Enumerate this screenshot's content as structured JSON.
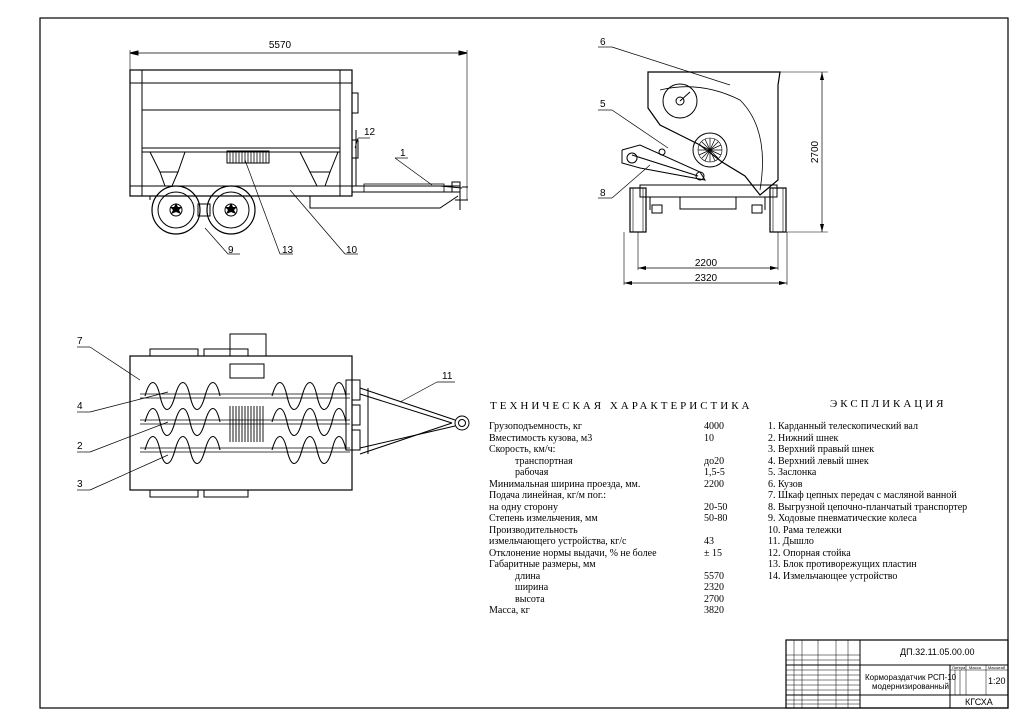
{
  "dimensions": {
    "length": "5570",
    "height": "2700",
    "track": "2200",
    "width": "2320"
  },
  "callouts": {
    "side_view": [
      "1",
      "12",
      "13",
      "10",
      "9"
    ],
    "front_view": [
      "6",
      "5",
      "8"
    ],
    "plan_view": [
      "7",
      "4",
      "2",
      "3",
      "11"
    ]
  },
  "spec": {
    "title": "ТЕХНИЧЕСКАЯ ХАРАКТЕРИСТИКА",
    "rows": [
      {
        "label": "Грузоподъемность, кг",
        "value": "4000",
        "indent": false
      },
      {
        "label": "Вместимость кузова, м3",
        "value": "10",
        "indent": false
      },
      {
        "label": "Скорость, км/ч:",
        "value": "",
        "indent": false
      },
      {
        "label": "транспортная",
        "value": "до20",
        "indent": true
      },
      {
        "label": "рабочая",
        "value": "1,5-5",
        "indent": true
      },
      {
        "label": "Минимальная ширина проезда, мм.",
        "value": "2200",
        "indent": false
      },
      {
        "label": "Подача линейная, кг/м пог.:",
        "value": "",
        "indent": false
      },
      {
        "label": "на одну сторону",
        "value": "20-50",
        "indent": false
      },
      {
        "label": "Степень измельчения, мм",
        "value": "50-80",
        "indent": false
      },
      {
        "label": "Производительность",
        "value": "",
        "indent": false
      },
      {
        "label": "измельчающего устройства, кг/с",
        "value": "43",
        "indent": false
      },
      {
        "label": "Отклонение нормы выдачи, % не более",
        "value": "± 15",
        "indent": false
      },
      {
        "label": "Габаритные размеры, мм",
        "value": "",
        "indent": false
      },
      {
        "label": "длина",
        "value": "5570",
        "indent": true
      },
      {
        "label": "ширина",
        "value": "2320",
        "indent": true
      },
      {
        "label": "высота",
        "value": "2700",
        "indent": true
      },
      {
        "label": "Масса, кг",
        "value": "3820",
        "indent": false
      }
    ]
  },
  "explication": {
    "title": "ЭКСПЛИКАЦИЯ",
    "items": [
      "1. Карданный телескопический вал",
      "2. Нижний шнек",
      "3. Верхний правый шнек",
      "4. Верхний левый шнек",
      "5. Заслонка",
      "6. Кузов",
      "7. Шкаф цепных передач с масляной ванной",
      "8. Выгрузной цепочно-планчатый транспортер",
      "9. Ходовые пневматические колеса",
      "10. Рама тележки",
      "11. Дышло",
      "12. Опорная стойка",
      "13. Блок противорежущих пластин",
      "14. Измельчающее устройство"
    ]
  },
  "title_block": {
    "doc_code": "ДП.32.11.05.00.00",
    "name_line1": "Кормораздатчик РСП-10",
    "name_line2": "модернизированный",
    "hdr_lit": "Литера",
    "hdr_mass": "Масса",
    "hdr_scale": "Масштаб",
    "scale": "1:20",
    "org": "КГСХА"
  }
}
